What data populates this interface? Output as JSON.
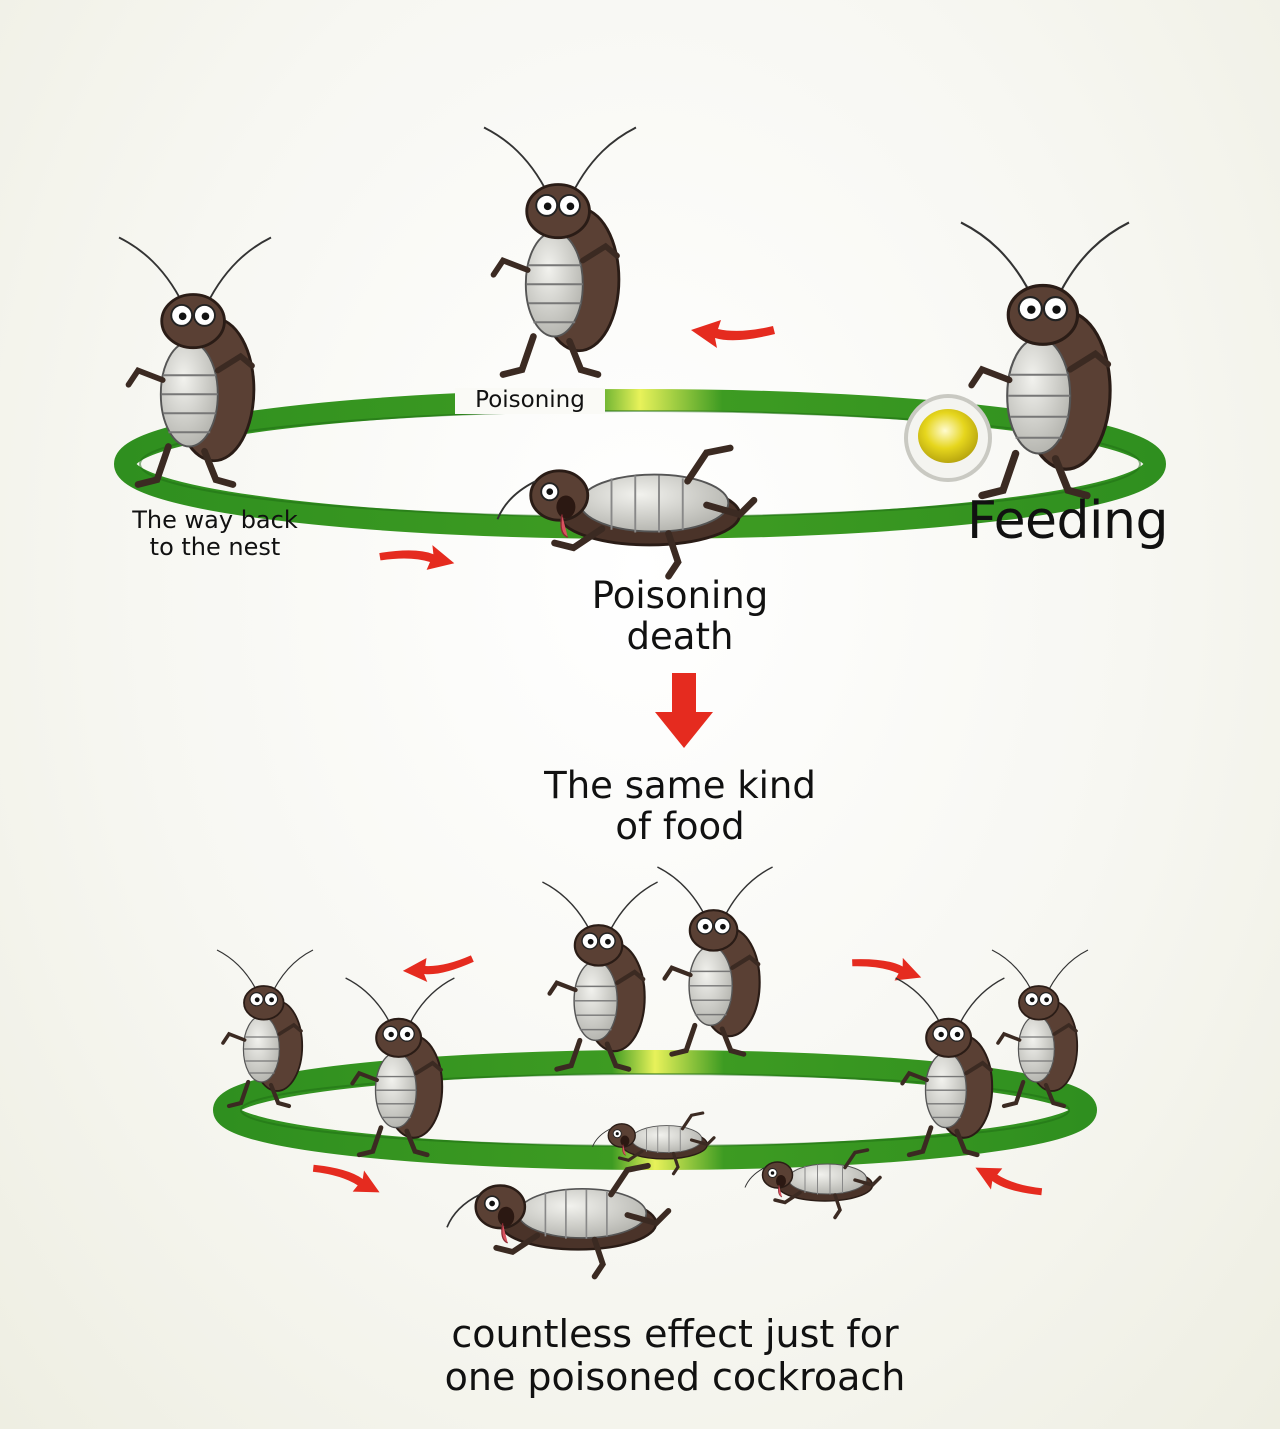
{
  "labels": {
    "poisoning": "Poisoning",
    "way_back": "The way back\nto the nest",
    "feeding": "Feeding",
    "poisoning_death": "Poisoning\ndeath",
    "same_food": "The same kind\nof food",
    "effect": "countless effect just for\none poisoned cockroach"
  },
  "colors": {
    "ring_green": "#2f8f1f",
    "ring_dark": "#1e6b14",
    "ring_light": "#e8f25a",
    "arrow_red": "#e52b1f",
    "roach_body": "#5a4034",
    "roach_dark": "#3b2a22",
    "roach_belly": "#c9c9c4",
    "bait_yellow": "#e0d21b"
  },
  "icons": {
    "bait": "bait-gel-icon",
    "cockroach": "cockroach-icon",
    "arrow": "red-arrow-icon"
  }
}
